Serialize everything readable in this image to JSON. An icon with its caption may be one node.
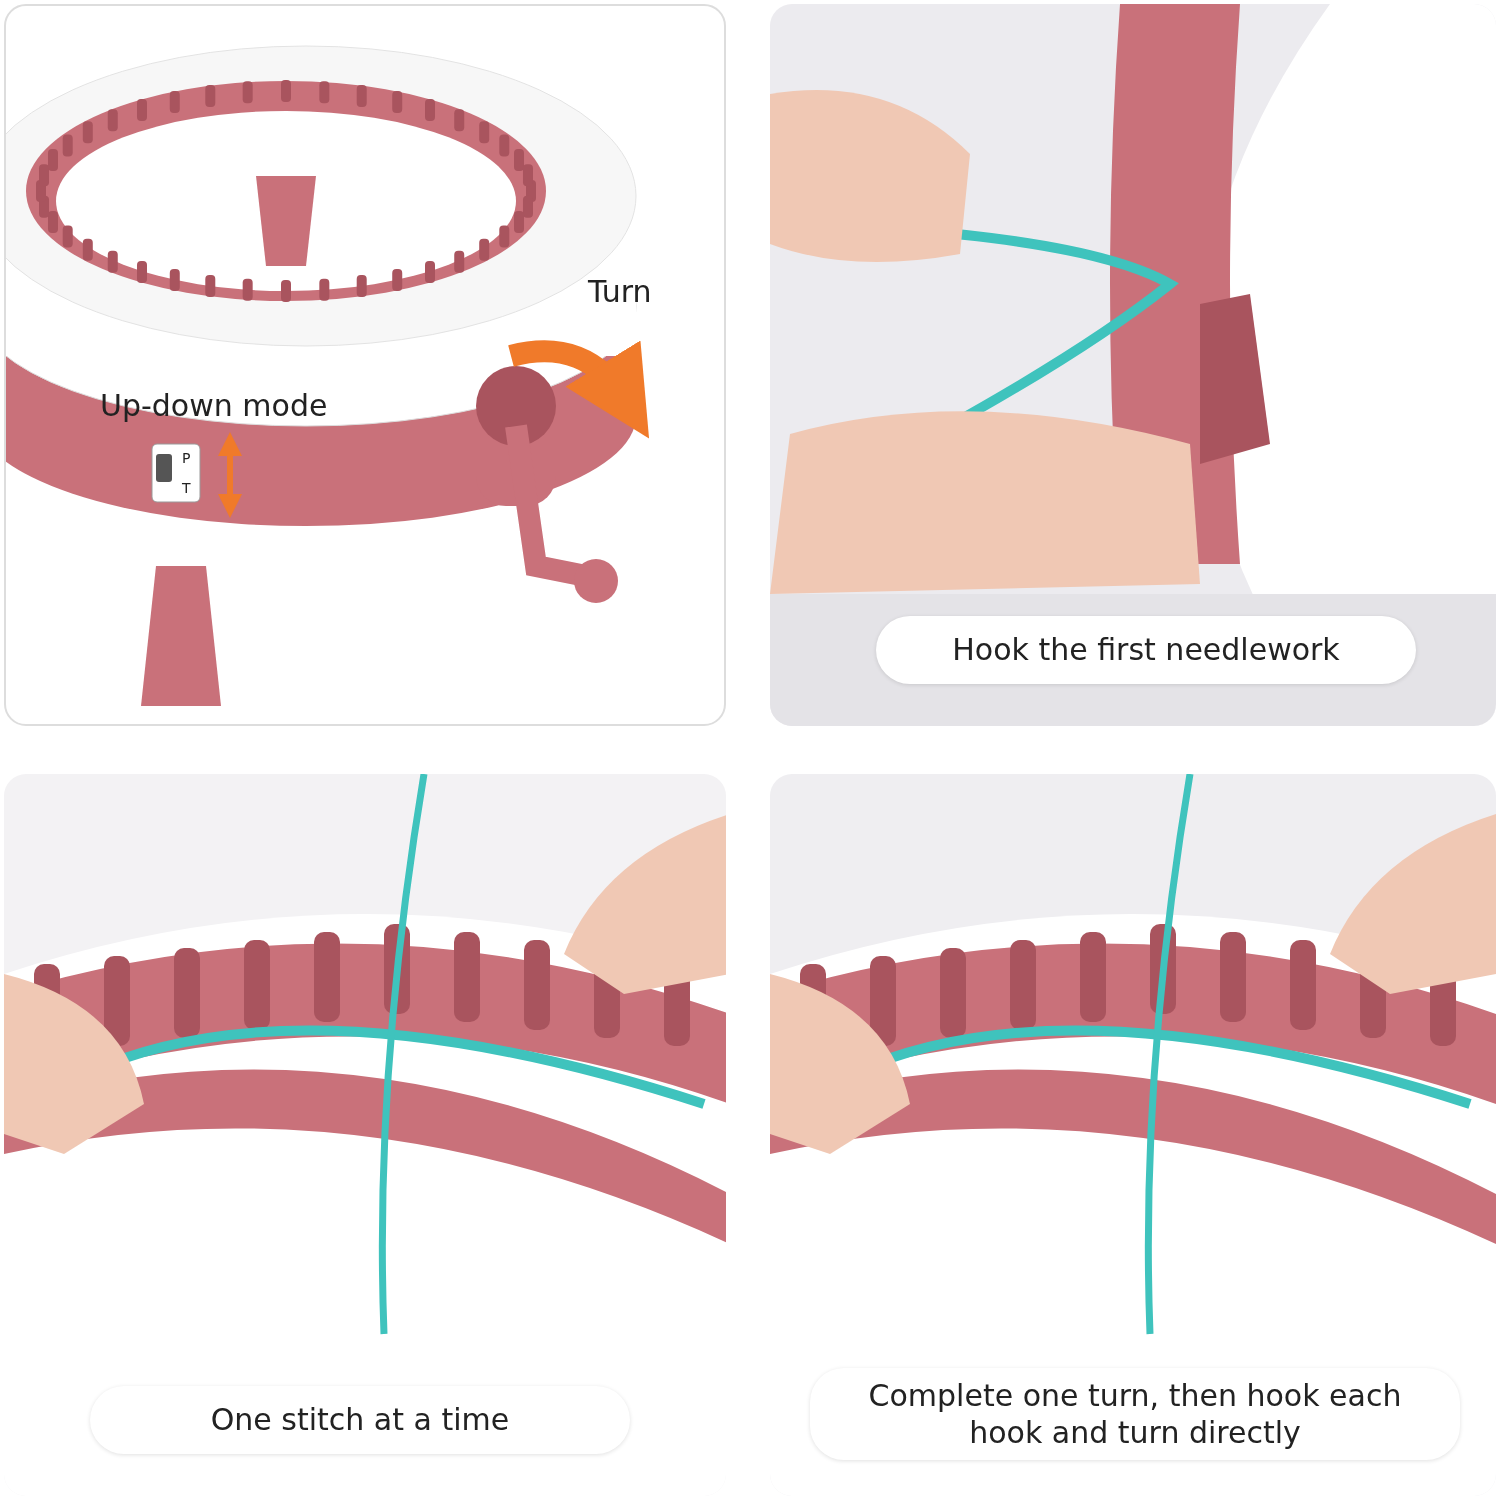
{
  "diagram": {
    "nodes": [
      {
        "text": [
          "Hook the first needlework"
        ]
      },
      {
        "text": [
          "One stitch at a time"
        ]
      },
      {
        "text": [
          "Complete one turn, then hook each hook and turn directly"
        ]
      }
    ],
    "labels": [
      "Turn",
      "Up-down mode",
      "P",
      "T"
    ]
  }
}
